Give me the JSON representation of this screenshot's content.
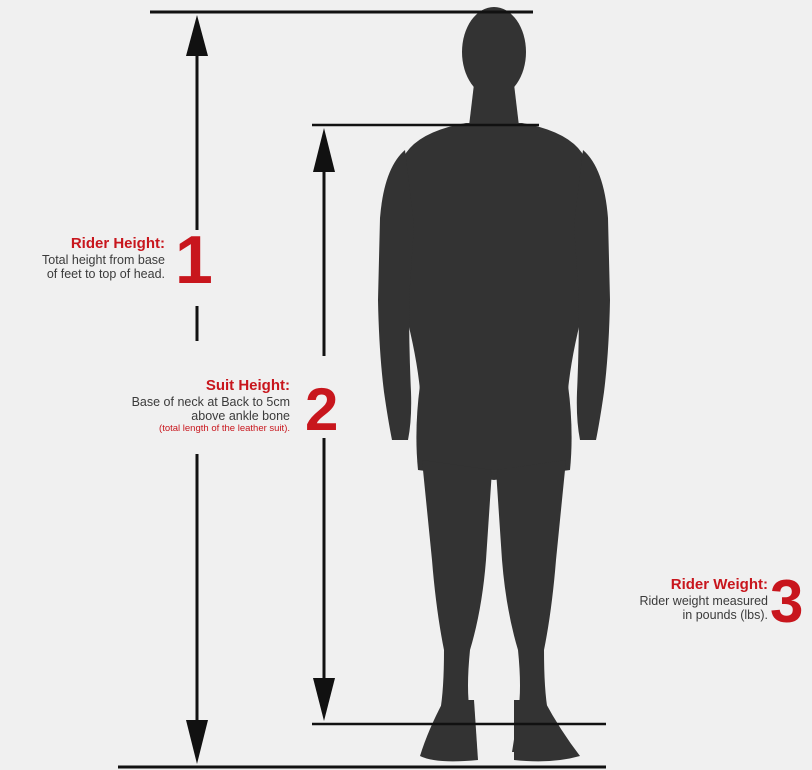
{
  "colors": {
    "accent": "#c8161d",
    "silhouette": "#333333",
    "lines": "#111111",
    "background": "#f0f0f0"
  },
  "measurements": [
    {
      "number": "1",
      "title": "Rider Height:",
      "description_lines": [
        "Total height from base",
        "of feet to top of head."
      ]
    },
    {
      "number": "2",
      "title": "Suit Height:",
      "description_lines": [
        "Base of neck at Back to 5cm",
        "above ankle bone"
      ],
      "note": "(total length of the leather suit)."
    },
    {
      "number": "3",
      "title": "Rider Weight:",
      "description_lines": [
        "Rider weight measured",
        "in pounds (lbs)."
      ]
    }
  ],
  "icons": {
    "figure": "human-silhouette-icon"
  }
}
